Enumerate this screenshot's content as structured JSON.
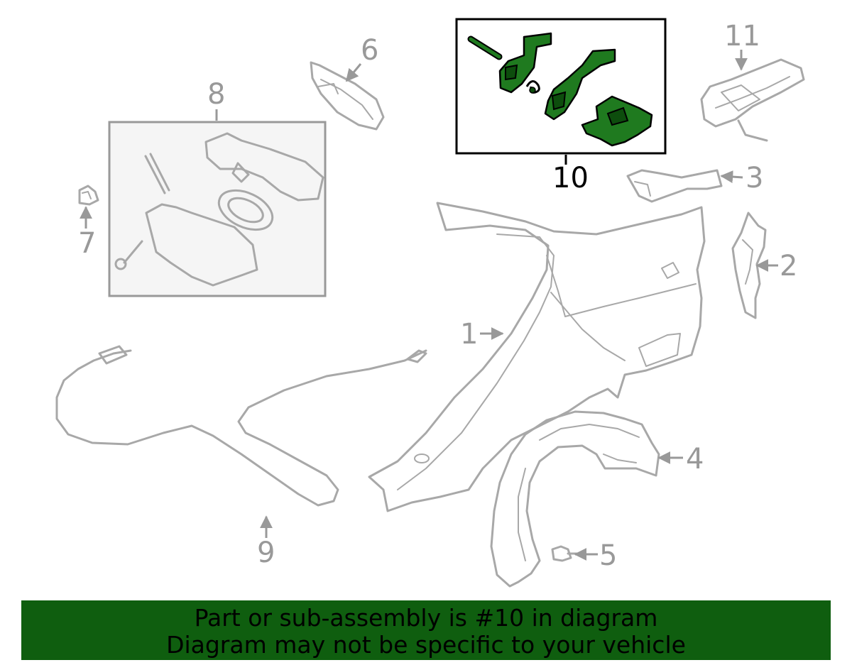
{
  "callouts": {
    "c1": "1",
    "c2": "2",
    "c3": "3",
    "c4": "4",
    "c5": "5",
    "c6": "6",
    "c7": "7",
    "c8": "8",
    "c9": "9",
    "c10": "10",
    "c11": "11"
  },
  "highlight": {
    "part_number": "10",
    "color": "#1f7a1f"
  },
  "banner": {
    "line1": "Part or sub-assembly is #10 in diagram",
    "line2": "Diagram may not be specific to your vehicle",
    "background": "#0f5e0f"
  }
}
